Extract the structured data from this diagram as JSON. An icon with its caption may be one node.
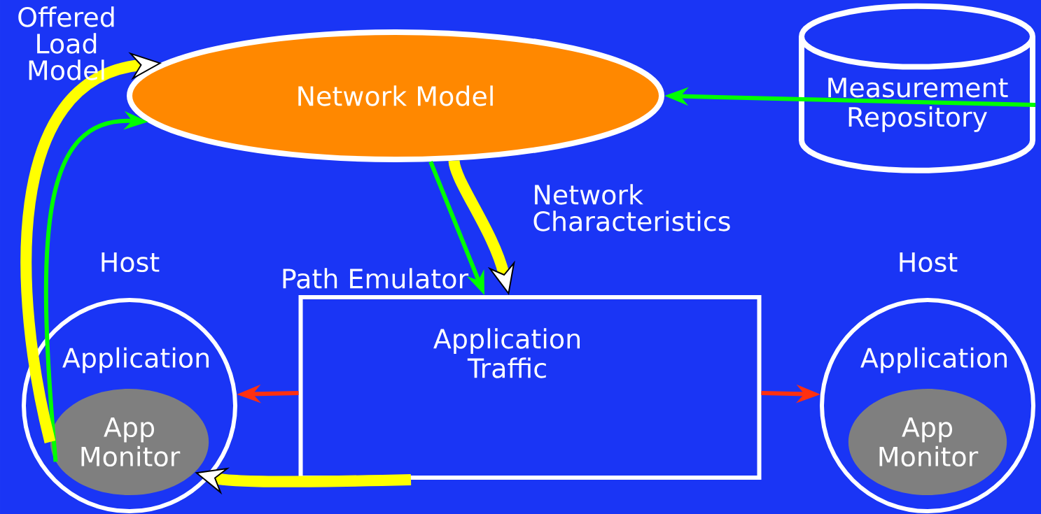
{
  "diagram": {
    "nodes": [
      {
        "text": [
          "Network Model"
        ]
      },
      {
        "text": [
          "Measurement Repository"
        ]
      },
      {
        "text": [
          "Host",
          "Application"
        ]
      },
      {
        "text": [
          "App Monitor"
        ],
        "in": 2
      },
      {
        "text": [
          "Path Emulator",
          "Application Traffic"
        ]
      },
      {
        "text": [
          "Host",
          "Application"
        ]
      },
      {
        "text": [
          "App Monitor"
        ],
        "in": 5
      }
    ],
    "edges": [
      {
        "from": 1,
        "to": 0,
        "arrow": "to",
        "color": "#00ff00"
      },
      {
        "from": 3,
        "to": 0,
        "arrow": "to",
        "color": "#00ff00"
      },
      {
        "from": 0,
        "to": 4,
        "arrow": "to",
        "color": "#00ff00"
      },
      {
        "from": 4,
        "to": 2,
        "arrow": "to",
        "color": "#ff3010"
      },
      {
        "from": 4,
        "to": 5,
        "arrow": "to",
        "color": "#ff3010"
      },
      {
        "from": 3,
        "to": 0,
        "arrow": "to",
        "style": "thick",
        "color": "#ffff00"
      },
      {
        "from": 0,
        "to": 4,
        "arrow": "to",
        "style": "thick",
        "color": "#ffff00"
      },
      {
        "from": 4,
        "to": 3,
        "arrow": "to",
        "style": "thick",
        "color": "#ffff00"
      }
    ],
    "labels": [
      "Offered Load Model",
      "Network Characteristics"
    ]
  }
}
